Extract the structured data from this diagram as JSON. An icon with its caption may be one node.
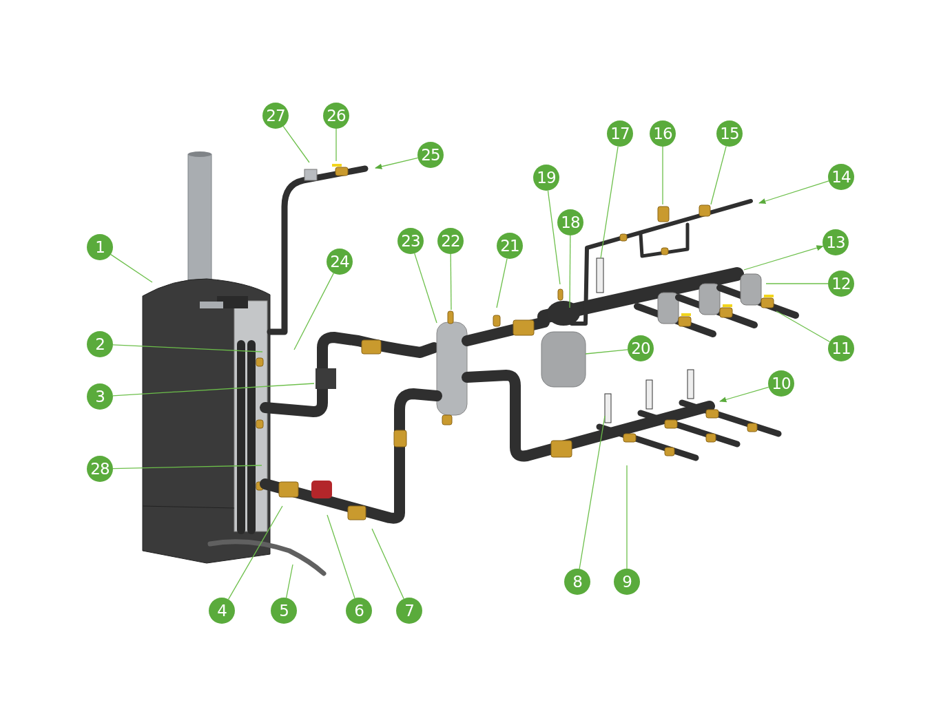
{
  "diagram": {
    "nodes": [
      {
        "text": [
          "1"
        ]
      },
      {
        "text": [
          "2"
        ]
      },
      {
        "text": [
          "3"
        ]
      },
      {
        "text": [
          "4"
        ]
      },
      {
        "text": [
          "5"
        ]
      },
      {
        "text": [
          "6"
        ]
      },
      {
        "text": [
          "7"
        ]
      },
      {
        "text": [
          "8"
        ]
      },
      {
        "text": [
          "9"
        ]
      },
      {
        "text": [
          "10"
        ]
      },
      {
        "text": [
          "11"
        ]
      },
      {
        "text": [
          "12"
        ]
      },
      {
        "text": [
          "13"
        ]
      },
      {
        "text": [
          "14"
        ]
      },
      {
        "text": [
          "15"
        ]
      },
      {
        "text": [
          "16"
        ]
      },
      {
        "text": [
          "17"
        ]
      },
      {
        "text": [
          "18"
        ]
      },
      {
        "text": [
          "19"
        ]
      },
      {
        "text": [
          "20"
        ]
      },
      {
        "text": [
          "21"
        ]
      },
      {
        "text": [
          "22"
        ]
      },
      {
        "text": [
          "23"
        ]
      },
      {
        "text": [
          "24"
        ]
      },
      {
        "text": [
          "25"
        ]
      },
      {
        "text": [
          "26"
        ]
      },
      {
        "text": [
          "27"
        ]
      },
      {
        "text": [
          "28"
        ]
      }
    ],
    "edges": [
      {
        "from": 0,
        "to": null,
        "arrow": "none"
      },
      {
        "from": 1,
        "to": null,
        "arrow": "none"
      },
      {
        "from": 2,
        "to": null,
        "arrow": "none"
      },
      {
        "from": 3,
        "to": null,
        "arrow": "none"
      },
      {
        "from": 4,
        "to": null,
        "arrow": "none"
      },
      {
        "from": 5,
        "to": null,
        "arrow": "none"
      },
      {
        "from": 6,
        "to": null,
        "arrow": "none"
      },
      {
        "from": 7,
        "to": null,
        "arrow": "none"
      },
      {
        "from": 8,
        "to": null,
        "arrow": "none"
      },
      {
        "from": 9,
        "to": null,
        "arrow": "to"
      },
      {
        "from": 10,
        "to": null,
        "arrow": "none"
      },
      {
        "from": 11,
        "to": null,
        "arrow": "none"
      },
      {
        "from": null,
        "to": 12,
        "arrow": "to"
      },
      {
        "from": 13,
        "to": null,
        "arrow": "to"
      },
      {
        "from": 14,
        "to": null,
        "arrow": "none"
      },
      {
        "from": 15,
        "to": null,
        "arrow": "none"
      },
      {
        "from": 16,
        "to": null,
        "arrow": "none"
      },
      {
        "from": 17,
        "to": null,
        "arrow": "none"
      },
      {
        "from": 18,
        "to": null,
        "arrow": "none"
      },
      {
        "from": 19,
        "to": null,
        "arrow": "none"
      },
      {
        "from": 20,
        "to": null,
        "arrow": "none"
      },
      {
        "from": 21,
        "to": null,
        "arrow": "none"
      },
      {
        "from": 22,
        "to": null,
        "arrow": "none"
      },
      {
        "from": 23,
        "to": null,
        "arrow": "none"
      },
      {
        "from": 24,
        "to": null,
        "arrow": "to"
      },
      {
        "from": 25,
        "to": null,
        "arrow": "none"
      },
      {
        "from": 26,
        "to": null,
        "arrow": "none"
      },
      {
        "from": 27,
        "to": null,
        "arrow": "none"
      }
    ]
  }
}
